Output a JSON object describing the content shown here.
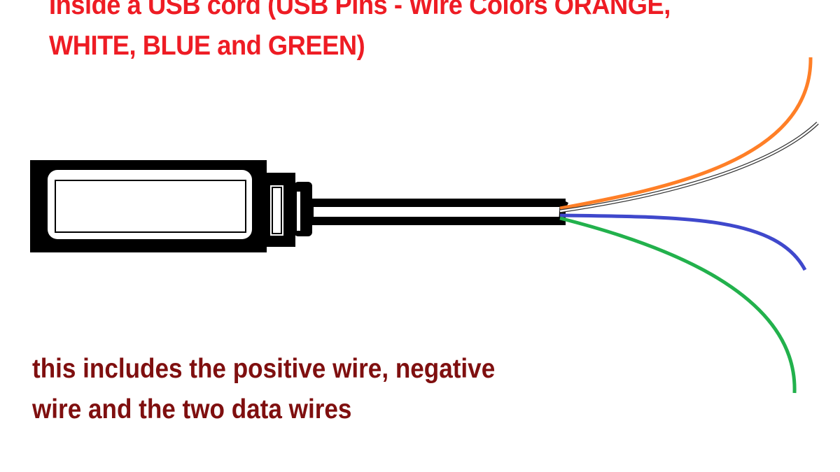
{
  "title": {
    "line1": "Inside a USB cord (USB Pins - Wire Colors ORANGE,",
    "line2": "WHITE, BLUE and GREEN)"
  },
  "note": {
    "line1": "this includes the positive wire, negative",
    "line2": "wire and the two data wires"
  },
  "colors": {
    "title": "#ee1c24",
    "note": "#7f0f0f",
    "orange_wire": "#ff7f27",
    "white_wire": "#ffffff",
    "blue_wire": "#3f48cc",
    "green_wire": "#22b14c"
  }
}
